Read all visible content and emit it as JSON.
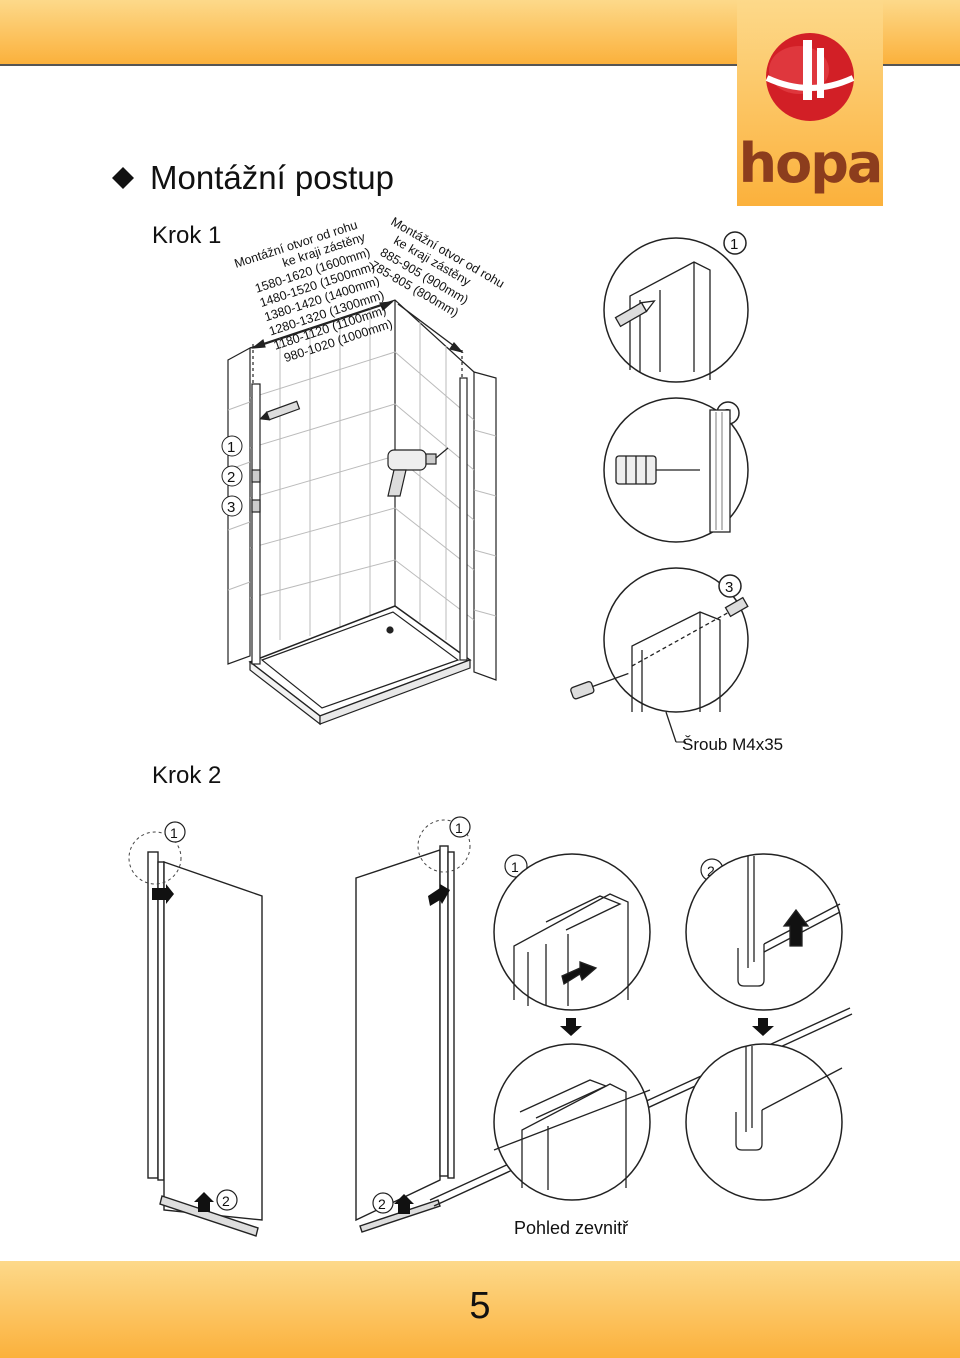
{
  "header": {
    "title": "Montážní postup",
    "logo_text": "hopa"
  },
  "step1": {
    "label": "Krok 1",
    "width_annotation": [
      "Montážní otvor od rohu",
      "ke kraji zástěny",
      "1580-1620 (1600mm)",
      "1480-1520 (1500mm)",
      "1380-1420 (1400mm)",
      "1280-1320 (1300mm)",
      "1180-1120 (1100mm)",
      "980-1020 (1000mm)"
    ],
    "depth_annotation": [
      "Montážní otvor od rohu",
      "ke kraji zástěny",
      "885-905 (900mm)",
      "785-805 (800mm)"
    ],
    "markers": [
      "1",
      "2",
      "3"
    ],
    "screw_label": "Šroub M4x35"
  },
  "step2": {
    "label": "Krok 2",
    "markers": [
      "1",
      "2"
    ],
    "view_label": "Pohled zevnitř"
  },
  "footer": {
    "page_number": "5"
  },
  "colors": {
    "band": "#fbb13c",
    "band_light": "#fdd98a",
    "logo_red": "#d21f26",
    "logo_text": "#8c3d1d"
  }
}
